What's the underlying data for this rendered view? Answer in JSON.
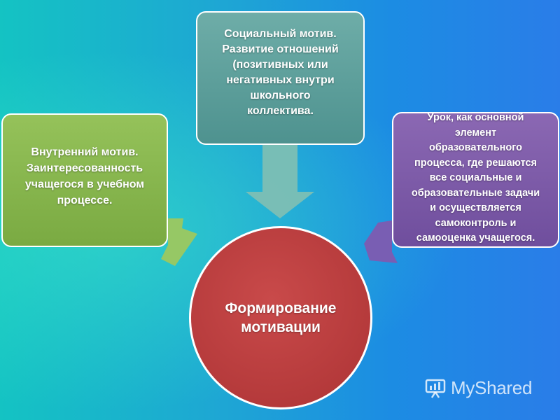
{
  "diagram": {
    "top_box": {
      "text": "Социальный мотив.\nРазвитие отношений\n(позитивных или\nнегативных внутри\nшкольного\nколлектива."
    },
    "left_box": {
      "text": "Внутренний мотив.\nЗаинтересованность\nучащегося в учебном\nпроцессе."
    },
    "right_box": {
      "text": "Урок, как основной\nэлемент\nобразовательного\nпроцесса, где решаются\nвсе социальные и\nобразовательные задачи\nи осуществляется\nсамоконтроль и\nсамооценка учащегося."
    },
    "center_circle": {
      "text": "Формирование\nмотивации"
    }
  },
  "watermark": {
    "text": "MyShared"
  },
  "colors": {
    "top_box": "#5b9e9a",
    "left_box": "#86b44d",
    "right_box": "#7a5aa7",
    "center_circle": "#b53a3b",
    "background": "#1ea6d4"
  }
}
